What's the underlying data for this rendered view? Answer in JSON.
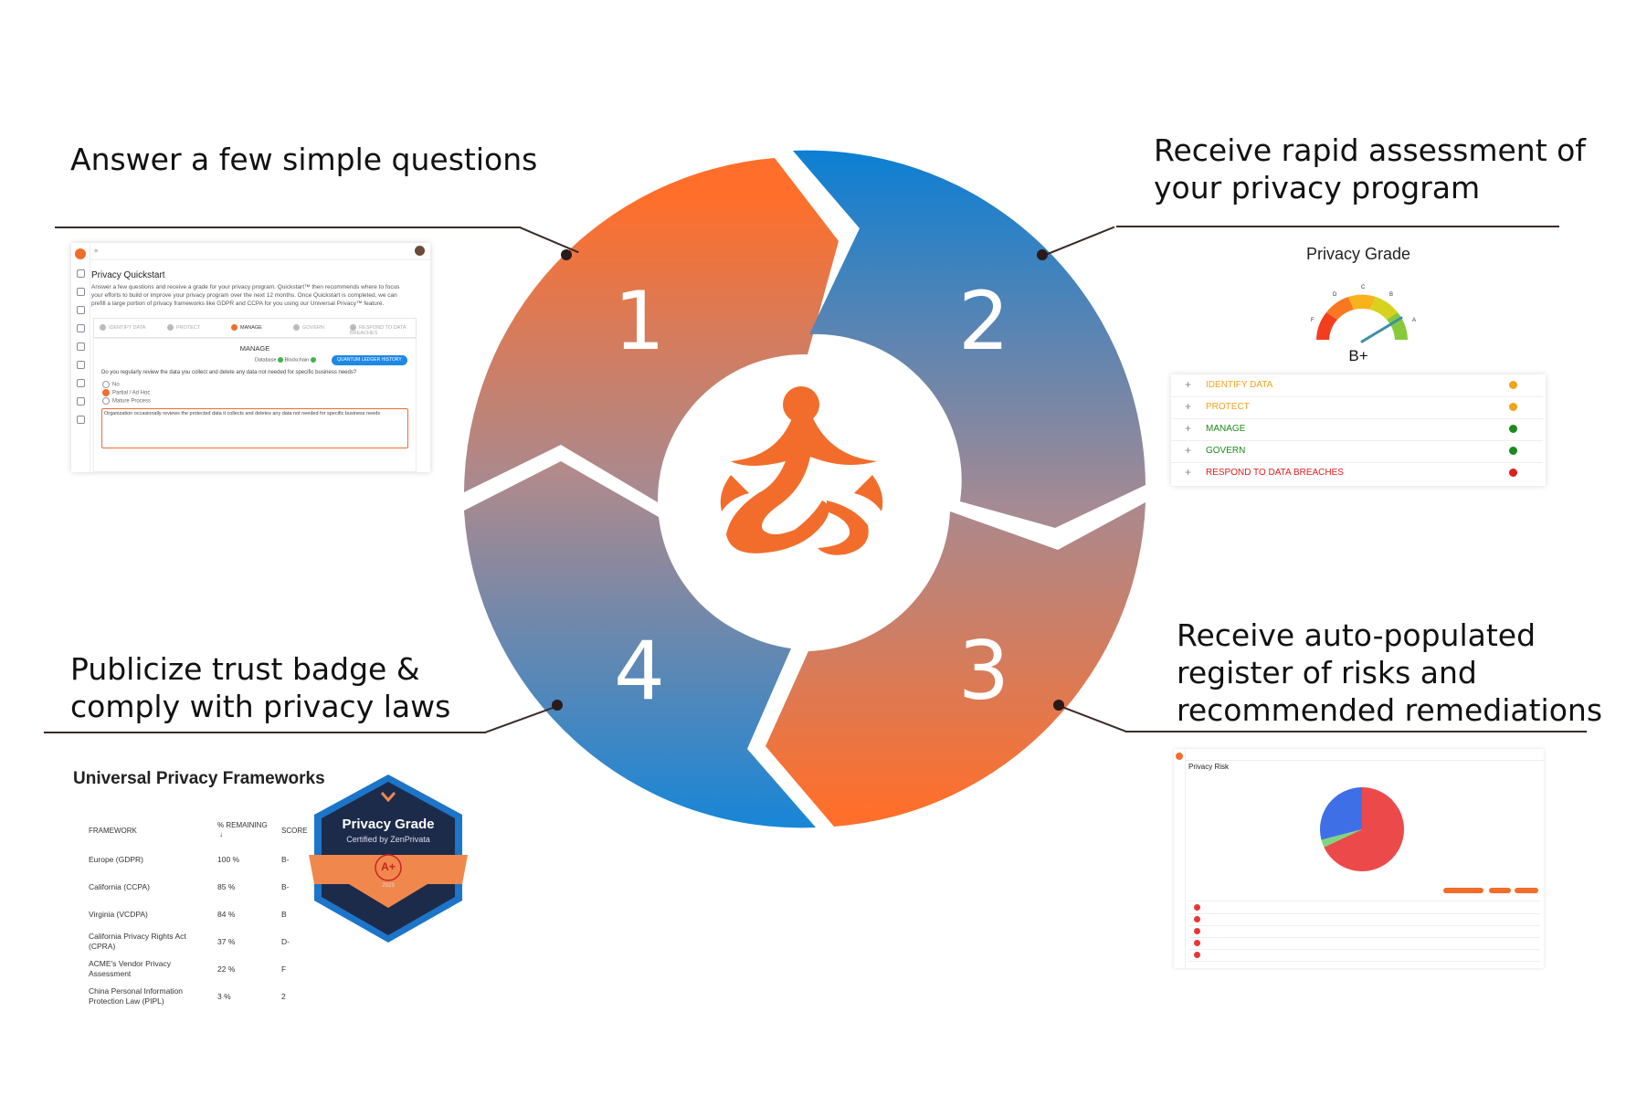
{
  "steps": [
    {
      "number": "1",
      "heading": "Answer a few simple questions"
    },
    {
      "number": "2",
      "heading": "Receive rapid assessment of your privacy program"
    },
    {
      "number": "3",
      "heading": "Receive auto-populated register of risks and recommended remediations"
    },
    {
      "number": "4",
      "heading": "Publicize trust badge & comply with privacy laws"
    }
  ],
  "colors": {
    "orange": "#ff6f2b",
    "blue": "#0a7fd4",
    "mid": "#a78a92",
    "dark": "#1d2b4a"
  },
  "icons": [
    "meditation-logo",
    "gauge-icon",
    "pie-chart-icon",
    "trust-badge"
  ],
  "quickstart": {
    "title": "Privacy Quickstart",
    "intro": "Answer a few questions and receive a grade for your privacy program. Quickstart™ then recommends where to focus your efforts to build or improve your privacy program over the next 12 months. Once Quickstart is completed, we can prefill a large portion of privacy frameworks like GDPR and CCPA for you using our Universal Privacy™ feature.",
    "stepper": [
      "IDENTIFY DATA",
      "PROTECT",
      "MANAGE",
      "GOVERN",
      "RESPOND TO DATA BREACHES"
    ],
    "section": "MANAGE",
    "database_label": "Database",
    "blockchain_label": "Blockchain",
    "history_button": "QUANTUM LEDGER HISTORY",
    "question": "Do you regularly review the data you collect and delete any data not needed for specific business needs?",
    "options": [
      "No",
      "Partial / Ad Hoc",
      "Mature Process"
    ],
    "selected_option": "Partial / Ad Hoc",
    "notes": "Organization occasionally reviews the protected data it collects and deletes any data not needed for specific business needs"
  },
  "grade": {
    "title": "Privacy Grade",
    "value": "B+",
    "gauge_labels": [
      "F",
      "D",
      "C",
      "B",
      "A"
    ],
    "rows": [
      {
        "label": "IDENTIFY DATA",
        "color": "#f2a21b"
      },
      {
        "label": "PROTECT",
        "color": "#f2a21b"
      },
      {
        "label": "MANAGE",
        "color": "#1b8a1b"
      },
      {
        "label": "GOVERN",
        "color": "#1b8a1b"
      },
      {
        "label": "RESPOND TO DATA BREACHES",
        "color": "#e31b1b"
      }
    ]
  },
  "frameworks": {
    "title": "Universal Privacy Frameworks",
    "headers": {
      "framework": "FRAMEWORK",
      "remaining": "% REMAINING",
      "sort": "↓",
      "score": "SCORE"
    },
    "rows": [
      {
        "framework": "Europe (GDPR)",
        "remaining": "100 %",
        "score": "B-"
      },
      {
        "framework": "California (CCPA)",
        "remaining": "85 %",
        "score": "B-"
      },
      {
        "framework": "Virginia (VCDPA)",
        "remaining": "84 %",
        "score": "B"
      },
      {
        "framework": "California Privacy Rights Act (CPRA)",
        "remaining": "37 %",
        "score": "D-"
      },
      {
        "framework": "ACME's Vendor Privacy Assessment",
        "remaining": "22 %",
        "score": "F"
      },
      {
        "framework": "China Personal Information Protection Law (PIPL)",
        "remaining": "3 %",
        "score": "2"
      }
    ]
  },
  "badge": {
    "title": "Privacy Grade",
    "subtitle": "Certified by ZenPrivata",
    "grade": "A+",
    "year": "2023"
  },
  "risk": {
    "title": "Privacy Risk",
    "pie_fractions": [
      0.68,
      0.03,
      0.29
    ],
    "pie_colors": [
      "#ec4a4a",
      "#7fd67f",
      "#3f6fe6"
    ]
  }
}
